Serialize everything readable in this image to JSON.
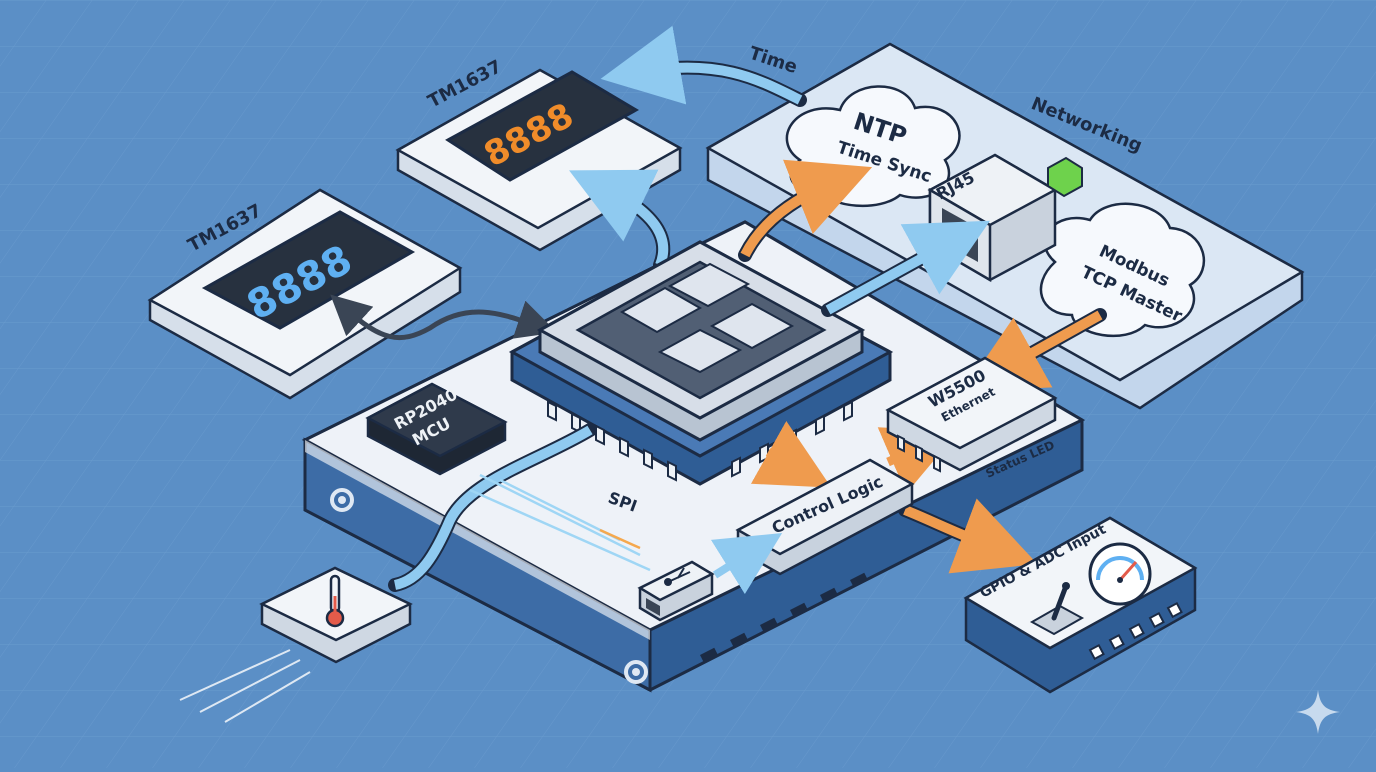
{
  "labels": {
    "tm1637_top": "TM1637",
    "tm1637_left": "TM1637",
    "time": "Time",
    "networking": "Networking",
    "ntp_line1": "NTP",
    "ntp_line2": "Time Sync",
    "rj45": "RJ45",
    "modbus_line1": "Modbus",
    "modbus_line2": "TCP Master",
    "w5500_line1": "W5500",
    "w5500_line2": "Ethernet",
    "status_led": "Status LED",
    "rp2040_line1": "RP2040",
    "rp2040_line2": "MCU",
    "spi": "SPI",
    "control_logic": "Control Logic",
    "gpio_adc": "GPIO & ADC Input"
  },
  "icons": {
    "thermometer": "thermometer-icon",
    "usb": "usb-icon",
    "gauge": "gauge-icon",
    "switch": "toggle-switch-icon",
    "gear": "gear-icon",
    "sparkle": "sparkle-icon"
  },
  "colors": {
    "background": "#5b8fc6",
    "board_top": "#eef2f8",
    "board_side": "#2f5d95",
    "outline": "#1c2b44",
    "display_dark": "#27313f",
    "digit_blue": "#5fb0f2",
    "digit_orange": "#f08c2a",
    "arrow_orange": "#ef9b4e",
    "arrow_blue": "#8fcaf0",
    "arrow_dark": "#3a4555",
    "network_panel": "#dbe7f4",
    "led_green": "#6ed24c"
  }
}
